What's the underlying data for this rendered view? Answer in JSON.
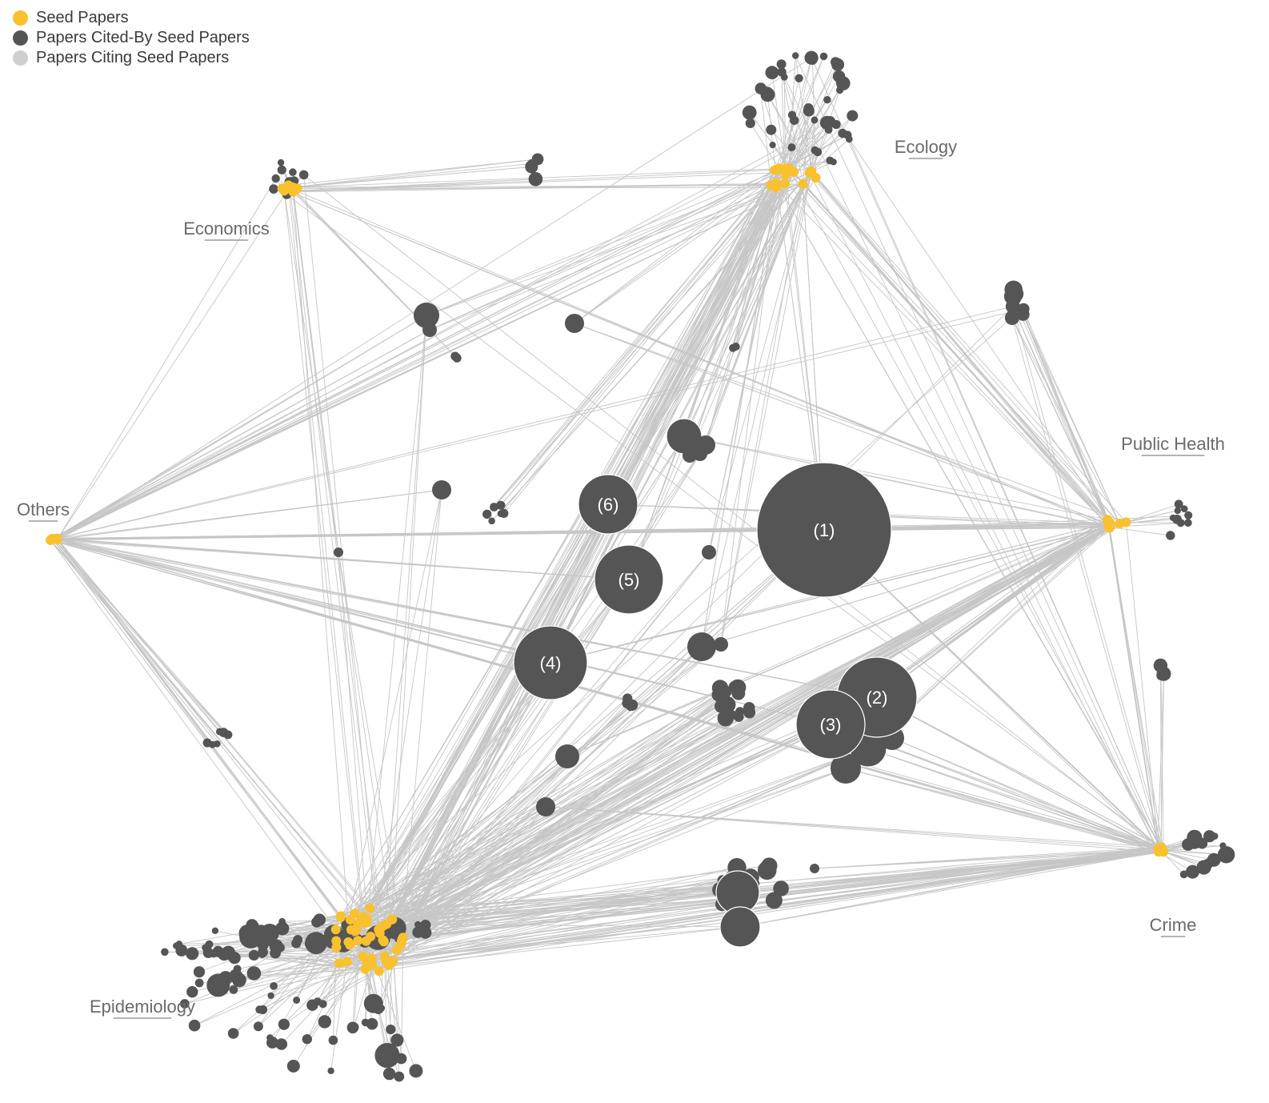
{
  "legend": {
    "items": [
      {
        "label": "Seed Papers",
        "color": "#f9c12e"
      },
      {
        "label": "Papers Cited-By Seed Papers",
        "color": "#545454"
      },
      {
        "label": "Papers Citing Seed Papers",
        "color": "#cfcfcf"
      }
    ]
  },
  "colors": {
    "seed": "#f9c12e",
    "cited": "#555555",
    "edge": "#c6c6c6",
    "label": "#6a6a6a"
  },
  "clusters": [
    {
      "key": "ecology",
      "label": "Ecology"
    },
    {
      "key": "economics",
      "label": "Economics"
    },
    {
      "key": "public_health",
      "label": "Public Health"
    },
    {
      "key": "others",
      "label": "Others"
    },
    {
      "key": "crime",
      "label": "Crime"
    },
    {
      "key": "epidemiology",
      "label": "Epidemiology"
    }
  ],
  "hubs": [
    {
      "label": "(1)"
    },
    {
      "label": "(2)"
    },
    {
      "label": "(3)"
    },
    {
      "label": "(4)"
    },
    {
      "label": "(5)"
    },
    {
      "label": "(6)"
    }
  ]
}
